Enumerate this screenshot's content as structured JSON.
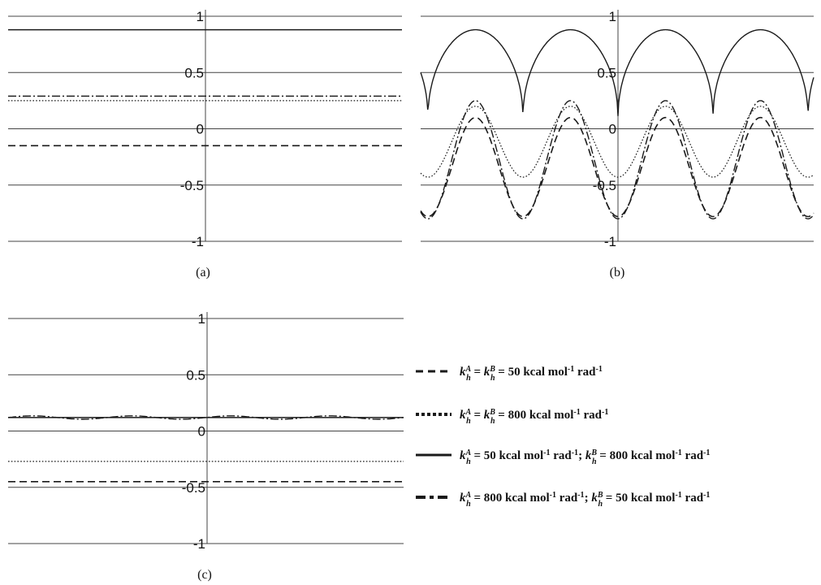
{
  "chart_data": [
    {
      "type": "line",
      "panel_label": "(a)",
      "ylim": [
        -1,
        1
      ],
      "y_ticks": [
        "1",
        "0.5",
        "0",
        "-0.5",
        "-1"
      ],
      "grid": true,
      "series": [
        {
          "style": "dashed",
          "kind": "constant",
          "value": -0.15
        },
        {
          "style": "dotted",
          "kind": "constant",
          "value": 0.25
        },
        {
          "style": "solid",
          "kind": "constant",
          "value": 0.88
        },
        {
          "style": "dashdot",
          "kind": "constant",
          "value": 0.29
        }
      ]
    },
    {
      "type": "line",
      "panel_label": "(b)",
      "ylim": [
        -1,
        1
      ],
      "y_ticks": [
        "1",
        "0.5",
        "0",
        "-0.5",
        "-1"
      ],
      "grid": true,
      "series": [
        {
          "style": "dashed",
          "kind": "periodic",
          "min": -0.78,
          "max": 0.1
        },
        {
          "style": "dotted",
          "kind": "periodic",
          "min": -0.43,
          "max": 0.2
        },
        {
          "style": "solid",
          "kind": "periodic",
          "min": 0.08,
          "max": 0.88
        },
        {
          "style": "dashdot",
          "kind": "periodic",
          "min": -0.8,
          "max": 0.25
        }
      ]
    },
    {
      "type": "line",
      "panel_label": "(c)",
      "ylim": [
        -1,
        1
      ],
      "y_ticks": [
        "1",
        "0.5",
        "0",
        "-0.5",
        "-1"
      ],
      "grid": true,
      "series": [
        {
          "style": "dashed",
          "kind": "constant",
          "value": -0.45
        },
        {
          "style": "dotted",
          "kind": "constant",
          "value": -0.27
        },
        {
          "style": "solid",
          "kind": "constant",
          "value": 0.12
        },
        {
          "style": "dashdot",
          "kind": "wavy",
          "value": 0.12,
          "amplitude": 0.015
        }
      ]
    }
  ],
  "legend": [
    {
      "style": "dashed",
      "k": "k",
      "supA": "A",
      "supB": "B",
      "h": "h",
      "eq": " = ",
      "text1": " = 50 kcal mol",
      "exp": "-1",
      "text2": " rad",
      "tail": ""
    },
    {
      "style": "dotted",
      "k": "k",
      "supA": "A",
      "supB": "B",
      "h": "h",
      "eq": " = ",
      "text1": " = 800 kcal mol",
      "exp": "-1",
      "text2": " rad",
      "tail": ""
    },
    {
      "style": "solid",
      "k": "k",
      "part1": " = 50 kcal mol",
      "part2": " = 800 kcal mol",
      "exp": "-1",
      "rad": " rad",
      "sep": "; ",
      "supA": "A",
      "supB": "B",
      "h": "h"
    },
    {
      "style": "dashdot",
      "k": "k",
      "part1": " = 800 kcal mol",
      "part2": " = 50 kcal mol",
      "exp": "-1",
      "rad": " rad",
      "sep": "; ",
      "supA": "A",
      "supB": "B",
      "h": "h"
    }
  ],
  "styles": {
    "line_color": "#1a1a1a",
    "grid_color": "#444444"
  }
}
